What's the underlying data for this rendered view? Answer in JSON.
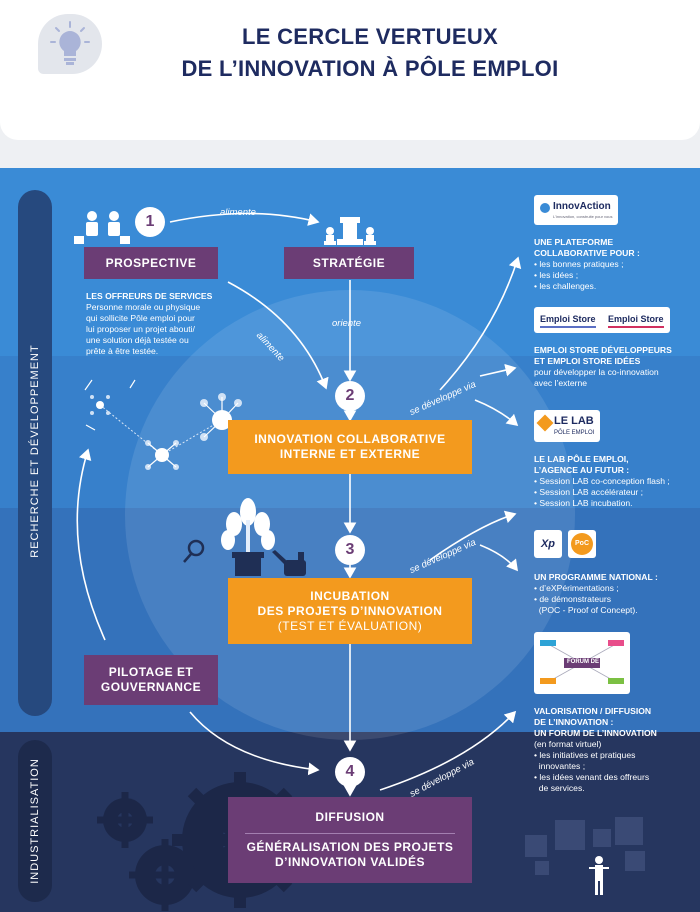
{
  "header": {
    "title_line1": "LE CERCLE VERTUEUX",
    "title_line2": "DE L’INNOVATION À PÔLE EMPLOI"
  },
  "sidebar": {
    "rd_label": "RECHERCHE ET DÉVELOPPEMENT",
    "ind_label": "INDUSTRIALISATION"
  },
  "steps": {
    "step1_number": "1",
    "step2_number": "2",
    "step3_number": "3",
    "step4_number": "4",
    "prospective": "PROSPECTIVE",
    "strategie": "STRATÉGIE",
    "innovation_line1": "INNOVATION COLLABORATIVE",
    "innovation_line2": "INTERNE ET EXTERNE",
    "incubation_line1": "INCUBATION",
    "incubation_line2": "DES PROJETS D’INNOVATION",
    "incubation_line3": "(TEST ET ÉVALUATION)",
    "pilotage_line1": "PILOTAGE ET",
    "pilotage_line2": "GOUVERNANCE",
    "diffusion_title": "DIFFUSION",
    "diffusion_line1": "GÉNÉRALISATION DES PROJETS",
    "diffusion_line2": "D’INNOVATION VALIDÉS"
  },
  "connectors": {
    "alimente_top": "alimente",
    "alimente_diag": "alimente",
    "oriente": "oriente",
    "se_developpe_1": "se développe via",
    "se_developpe_2": "se développe via",
    "se_developpe_3": "se développe via"
  },
  "offreurs": {
    "title": "LES OFFREURS DE SERVICES",
    "line1": "Personne morale ou physique",
    "line2": "qui sollicite Pôle emploi pour",
    "line3": "lui proposer un projet abouti/",
    "line4": "une solution déjà testée ou",
    "line5": "prête à être testée."
  },
  "right": {
    "innovaction_logo": "InnovAction",
    "innovaction_tagline": "L'innovation, construite pour vous",
    "block1_h1": "UNE PLATEFORME",
    "block1_h2": "COLLABORATIVE POUR :",
    "block1_items": [
      "• les bonnes pratiques ;",
      "• les idées ;",
      "• les challenges."
    ],
    "emploistore_logo1": "Emploi Store",
    "emploistore_logo2": "Emploi Store",
    "block2_h1": "EMPLOI STORE DÉVELOPPEURS",
    "block2_h2": "ET EMPLOI STORE IDÉES",
    "block2_t1": "pour développer la co-innovation",
    "block2_t2": "avec l’externe",
    "lab_logo": "LE LAB",
    "lab_logo_sub": "PÔLE EMPLOI",
    "block3_h1": "LE LAB PÔLE EMPLOI,",
    "block3_h2": "L’AGENCE AU FUTUR :",
    "block3_items": [
      "• Session LAB co-conception flash ;",
      "• Session LAB accélérateur ;",
      "• Session LAB incubation."
    ],
    "xp_logo": "Xp",
    "poc_logo": "PoC",
    "block4_h1": "UN PROGRAMME NATIONAL :",
    "block4_items": [
      "• d’eXPérimentations ;",
      "• de démonstrateurs",
      "  (POC - Proof of Concept)."
    ],
    "forum_logo": "FORUM DE",
    "block5_h1": "VALORISATION / DIFFUSION",
    "block5_h2": "DE L’INNOVATION :",
    "block5_h3": "UN FORUM DE L’INNOVATION",
    "block5_t1": "(en format virtuel)",
    "block5_items": [
      "• les initiatives et pratiques",
      "  innovantes ;",
      "• les idées venant des offreurs",
      "  de services."
    ]
  },
  "colors": {
    "purple": "#6b3d75",
    "orange": "#f39a1e",
    "navy_title": "#1e2b60",
    "band_dark": "#26365f"
  }
}
